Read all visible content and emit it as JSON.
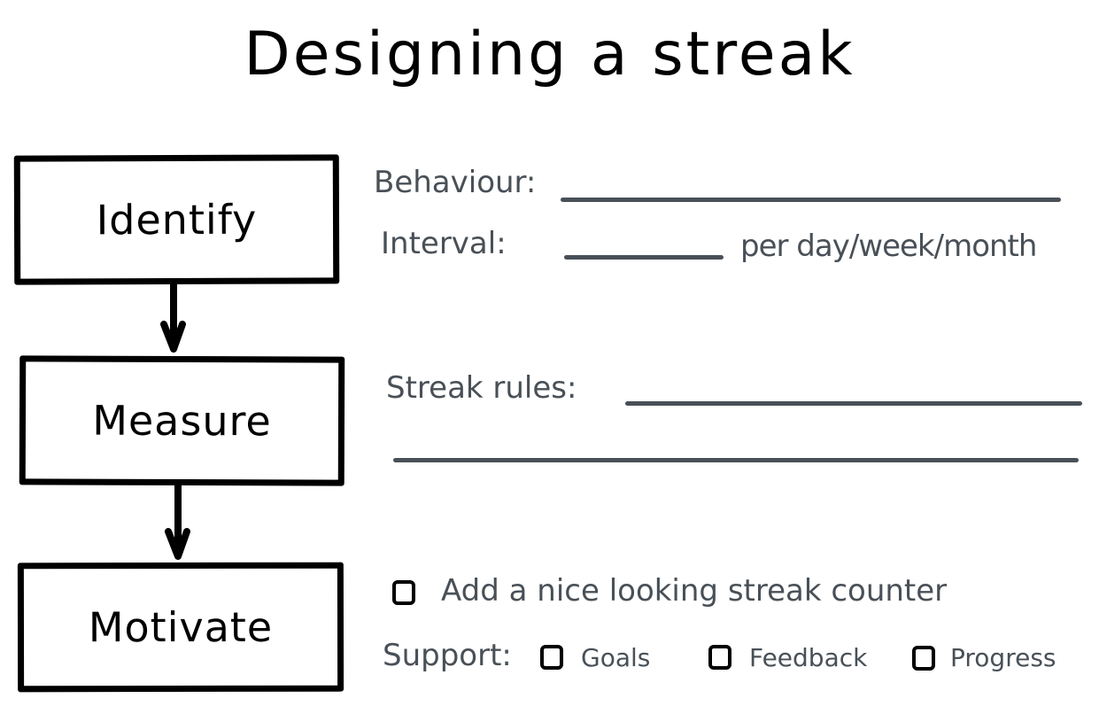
{
  "title": "Designing a streak",
  "colors": {
    "box_stroke": "#000000",
    "field_text": "#495057",
    "blank_line": "#495057",
    "background": "#ffffff"
  },
  "steps": [
    {
      "label": "Identify"
    },
    {
      "label": "Measure"
    },
    {
      "label": "Motivate"
    }
  ],
  "identify": {
    "behaviour_label": "Behaviour:",
    "behaviour_value": "",
    "interval_label": "Interval:",
    "interval_value": "",
    "interval_suffix": "per day/week/month"
  },
  "measure": {
    "streak_rules_label": "Streak rules:",
    "streak_rules_line1": "",
    "streak_rules_line2": ""
  },
  "motivate": {
    "counter_checkbox_label": "Add a nice looking streak counter",
    "counter_checked": false,
    "support_label": "Support:",
    "support_options": [
      {
        "label": "Goals",
        "checked": false
      },
      {
        "label": "Feedback",
        "checked": false
      },
      {
        "label": "Progress",
        "checked": false
      }
    ]
  }
}
